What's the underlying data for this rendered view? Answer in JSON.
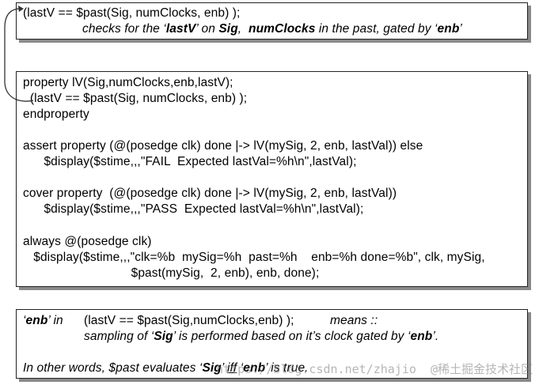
{
  "top_box": {
    "line1": "(lastV == $past(Sig, numClocks, enb) );",
    "line2_a": "checks for the ‘",
    "line2_b": "lastV",
    "line2_c": "’ on ",
    "line2_d": "Sig",
    "line2_e": ",  ",
    "line2_f": "numClocks",
    "line2_g": " in the past, gated by ‘",
    "line2_h": "enb",
    "line2_i": "’"
  },
  "mid_box": {
    "lines": [
      "property lV(Sig,numClocks,enb,lastV);",
      "  (lastV == $past(Sig, numClocks, enb) );",
      "endproperty",
      "",
      "assert property (@(posedge clk) done |-> lV(mySig, 2, enb, lastVal)) else",
      "      $display($stime,,,\"FAIL  Expected lastVal=%h\\n\",lastVal);",
      "",
      "cover property  (@(posedge clk) done |-> lV(mySig, 2, enb, lastVal))",
      "      $display($stime,,,\"PASS  Expected lastVal=%h\\n\",lastVal);",
      "",
      "always @(posedge clk)",
      "   $display($stime,,,\"clk=%b  mySig=%h  past=%h    enb=%h done=%b\", clk, mySig,",
      "                               $past(mySig,  2, enb), enb, done);"
    ]
  },
  "bot_box": {
    "l1_a": "‘",
    "l1_b": "enb",
    "l1_c": "’ in",
    "l1_d": "(lastV == $past(Sig,numClocks,enb) );",
    "l1_e": "means ::",
    "l2_a": "sampling of ‘",
    "l2_b": "Sig",
    "l2_c": "’ is performed based on it’s clock gated by ‘",
    "l2_d": "enb",
    "l2_e": "’.",
    "l3_a": "In other words, $past evaluates ‘",
    "l3_b": "Sig",
    "l3_c": "’ ",
    "l3_d": "iff",
    "l3_e": " ‘",
    "l3_f": "enb",
    "l3_g": "’ is true."
  },
  "watermark": "https://blog.csdn.net/zhajio",
  "watermark_cn": "@稀土掘金技术社区"
}
